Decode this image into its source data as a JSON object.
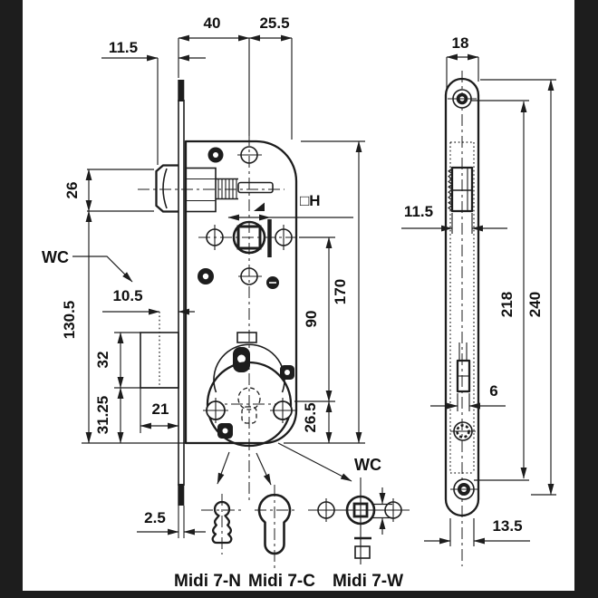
{
  "left_view": {
    "dim_latch_projection": "11.5",
    "dim_backset": "40",
    "dim_center_to_back": "25.5",
    "dim_latch_height": "26",
    "wc_label": "WC",
    "dim_deadbolt_inset": "10.5",
    "dim_lower_height": "130.5",
    "dim_deadbolt_height": "32",
    "dim_bottom_section": "31.25",
    "dim_deadbolt_width": "21",
    "dim_plate_thickness": "2.5",
    "square_spindle_label": "□H",
    "dim_spindle_to_cylinder": "90",
    "dim_case_height": "170",
    "dim_cylinder_to_bottom": "26.5"
  },
  "right_view": {
    "dim_plate_width": "18",
    "dim_latch_width": "11.5",
    "dim_screw_distance": "218",
    "dim_plate_length": "240",
    "dim_bolt_slot_width": "6",
    "dim_bottom_offset": "13.5",
    "wc_label": "WC"
  },
  "variants": [
    {
      "label": "Midi 7-N"
    },
    {
      "label": "Midi 7-C"
    },
    {
      "label": "Midi 7-W"
    }
  ]
}
